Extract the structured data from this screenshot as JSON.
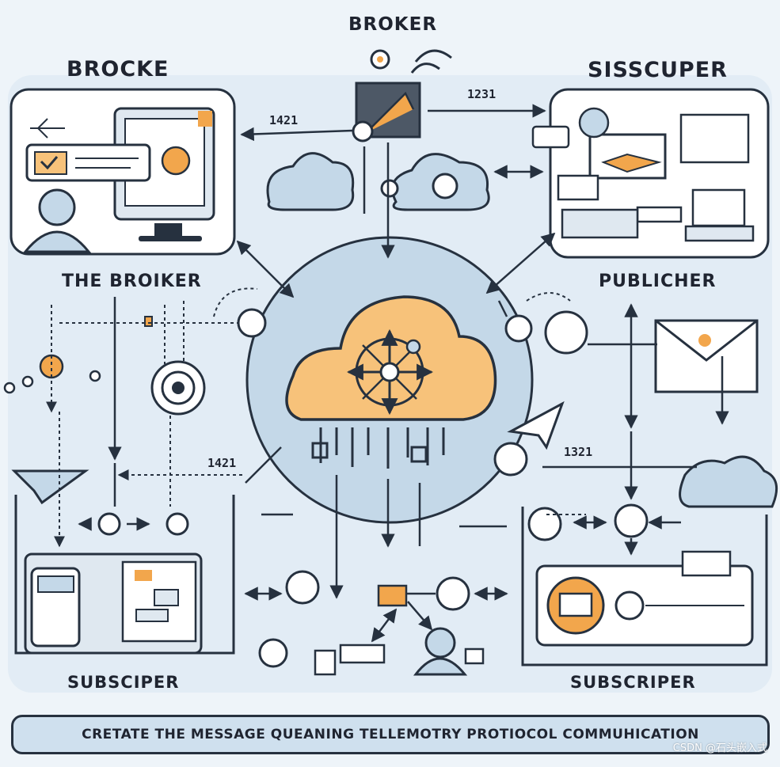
{
  "labels": {
    "broker_top": "BROKER",
    "brocke": "BROCKE",
    "sisscuper": "SISSCUPER",
    "the_broiker": "THE BROIKER",
    "publicher": "PUBLICHER",
    "subsciper": "SUBSCIPER",
    "subscriper": "SUBSCRIPER"
  },
  "tags": {
    "tag_left_top": "1421",
    "tag_right_top": "1231",
    "tag_left_mid": "1421",
    "tag_right_mid": "1321"
  },
  "banner": {
    "text": "CRETATE THE MESSAGE QUEANING TELLEMOTRY PROTIOCOL COMMUHICATION"
  },
  "watermark": "CSDN @石头嵌入式",
  "colors": {
    "background": "#eef4f9",
    "panel": "#ffffff",
    "outline": "#26313f",
    "light_blue": "#cfe0ee",
    "hub_blue": "#c4d8e8",
    "cloud_orange": "#f7c27a",
    "accent_orange": "#f2a64c"
  }
}
